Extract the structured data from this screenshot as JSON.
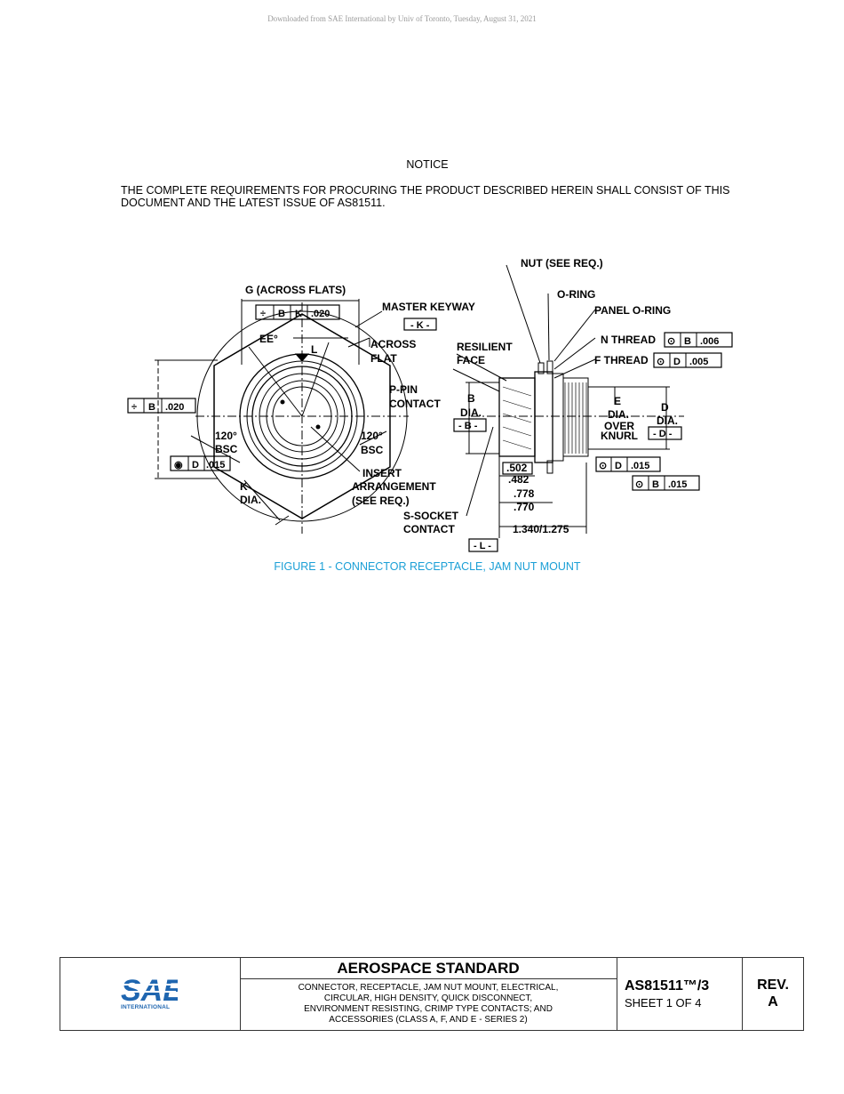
{
  "header": {
    "download_note": "Downloaded from SAE International by Univ of Toronto, Tuesday, August 31, 2021"
  },
  "notice": {
    "title": "NOTICE",
    "text": "THE COMPLETE REQUIREMENTS FOR PROCURING THE PRODUCT DESCRIBED HEREIN SHALL CONSIST OF THIS DOCUMENT AND THE LATEST ISSUE OF AS81511."
  },
  "figure": {
    "caption": "FIGURE 1 - CONNECTOR RECEPTACLE, JAM NUT MOUNT",
    "labels": {
      "across_flats": "G (ACROSS FLATS)",
      "master_keyway": "MASTER KEYWAY",
      "datum_k": "- K -",
      "ee": "EE°",
      "l": "L",
      "across_flat_1": "ACROSS",
      "across_flat_2": "FLAT",
      "angle_left_1": "120°",
      "angle_left_2": "BSC",
      "angle_right_1": "120°",
      "angle_right_2": "BSC",
      "k_dia_1": "K",
      "k_dia_2": "DIA.",
      "insert_1": "INSERT",
      "insert_2": "ARRANGEMENT",
      "insert_3": "(SEE REQ.)",
      "ppin_1": "P-PIN",
      "ppin_2": "CONTACT",
      "ssocket_1": "S-SOCKET",
      "ssocket_2": "CONTACT",
      "resilient_1": "RESILIENT",
      "resilient_2": "FACE",
      "nut": "NUT (SEE REQ.)",
      "oring": "O-RING",
      "panel_oring": "PANEL O-RING",
      "n_thread": "N THREAD",
      "f_thread": "F THREAD",
      "b_dia_1": "B",
      "b_dia_2": "DIA.",
      "datum_b": "- B -",
      "e_dia_1": "E",
      "e_dia_2": "DIA.",
      "e_dia_3": "OVER",
      "e_dia_4": "KNURL",
      "d_dia_1": "D",
      "d_dia_2": "DIA.",
      "datum_d": "- D -",
      "datum_l": "- L -",
      "dim_502": ".502",
      "dim_482": ".482",
      "dim_778": ".778",
      "dim_770": ".770",
      "dim_1340": "1.340/1.275"
    },
    "tolerance_frames": {
      "g_flats": {
        "symbol": "÷",
        "datums": [
          "B",
          "K"
        ],
        "value": ".020"
      },
      "left_sym": {
        "symbol": "÷",
        "datums": [
          "B"
        ],
        "value": ".020"
      },
      "left_conc": {
        "symbol": "◉",
        "datums": [
          "D"
        ],
        "value": ".015"
      },
      "n_thread": {
        "symbol": "⊙",
        "datums": [
          "B"
        ],
        "value": ".006"
      },
      "f_thread": {
        "symbol": "⊙",
        "datums": [
          "D"
        ],
        "value": ".005"
      },
      "right_d": {
        "symbol": "⊙",
        "datums": [
          "D"
        ],
        "value": ".015"
      },
      "right_b": {
        "symbol": "⊙",
        "datums": [
          "B"
        ],
        "value": ".015"
      }
    }
  },
  "title_block": {
    "logo": "SAE",
    "logo_sub": "INTERNATIONAL",
    "heading": "AEROSPACE STANDARD",
    "description": [
      "CONNECTOR, RECEPTACLE, JAM NUT MOUNT, ELECTRICAL,",
      "CIRCULAR, HIGH DENSITY, QUICK DISCONNECT,",
      "ENVIRONMENT RESISTING, CRIMP TYPE CONTACTS; AND",
      "ACCESSORIES (CLASS A, F, AND E - SERIES 2)"
    ],
    "doc_number": "AS81511™/3",
    "sheet": "SHEET 1 OF 4",
    "rev_label": "REV.",
    "rev_value": "A"
  },
  "colors": {
    "caption": "#1a9fd6",
    "logo": "#1f66b0",
    "download_note": "#9a9a9a"
  }
}
